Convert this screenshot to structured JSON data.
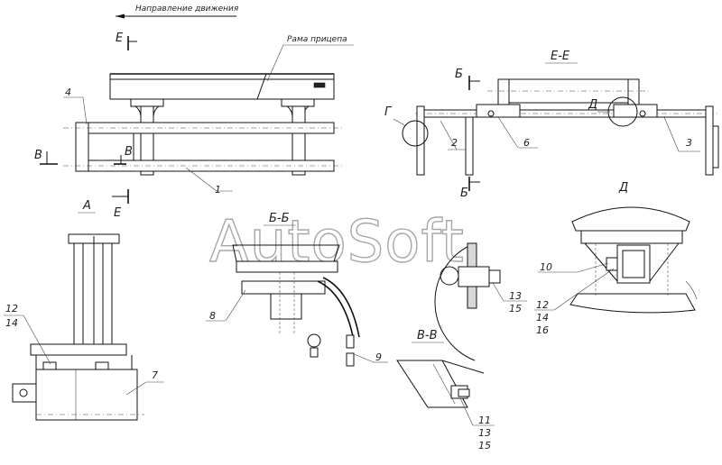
{
  "notes": {
    "direction": "Направление движения",
    "frame": "Рама прицепа"
  },
  "section_marks": {
    "E": "Е",
    "B": "Б",
    "V": "В",
    "G": "Г",
    "D": "Д"
  },
  "view_titles": {
    "A": "А",
    "EE": "Е-Е",
    "BB": "Б-Б",
    "VV": "В-В",
    "D": "Д"
  },
  "callouts": {
    "p1": "1",
    "p2": "2",
    "p3": "3",
    "p4": "4",
    "p6": "6",
    "p7": "7",
    "p8": "8",
    "p9": "9",
    "p10": "10",
    "p11": "11",
    "p12": "12",
    "p13": "13",
    "p14": "14",
    "p15": "15",
    "p16": "16"
  },
  "watermark": "AutoSoft"
}
